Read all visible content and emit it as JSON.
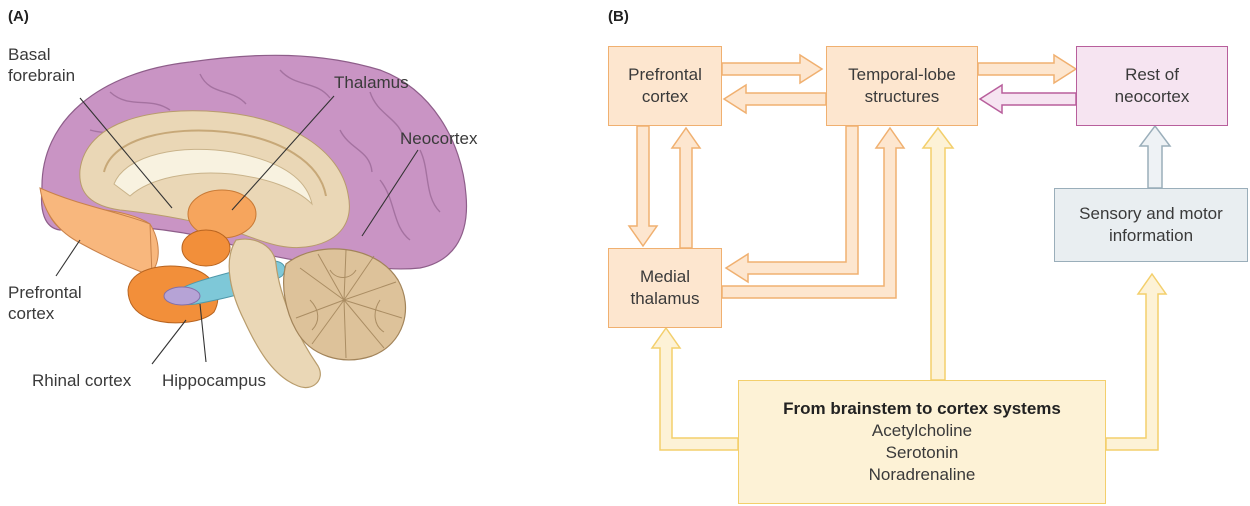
{
  "panel_a": {
    "letter": "(A)",
    "labels": {
      "basal_forebrain": "Basal\nforebrain",
      "thalamus": "Thalamus",
      "neocortex": "Neocortex",
      "prefrontal_cortex": "Prefrontal\ncortex",
      "rhinal_cortex": "Rhinal cortex",
      "hippocampus": "Hippocampus"
    },
    "colors": {
      "neocortex": "#c994c4",
      "prefrontal": "#f8b77d",
      "deep_orange": "#f28f3a",
      "beige": "#ead7b6",
      "hippocampus": "#7ec8d8"
    }
  },
  "panel_b": {
    "letter": "(B)",
    "boxes": {
      "prefrontal": "Prefrontal\ncortex",
      "temporal": "Temporal-lobe\nstructures",
      "rest_neocortex": "Rest of\nneocortex",
      "sensory_motor": "Sensory and motor\ninformation",
      "medial_thalamus": "Medial\nthalamus"
    },
    "source": {
      "title": "From brainstem to cortex systems",
      "items": [
        "Acetylcholine",
        "Serotonin",
        "Noradrenaline"
      ]
    },
    "colors": {
      "orange_fill": "#fde6cf",
      "orange_stroke": "#f0b070",
      "pink_stroke": "#b85f9c",
      "blue_stroke": "#9aaeba",
      "yellow_fill": "#fdf2d6",
      "yellow_stroke": "#f3cf6c"
    }
  }
}
